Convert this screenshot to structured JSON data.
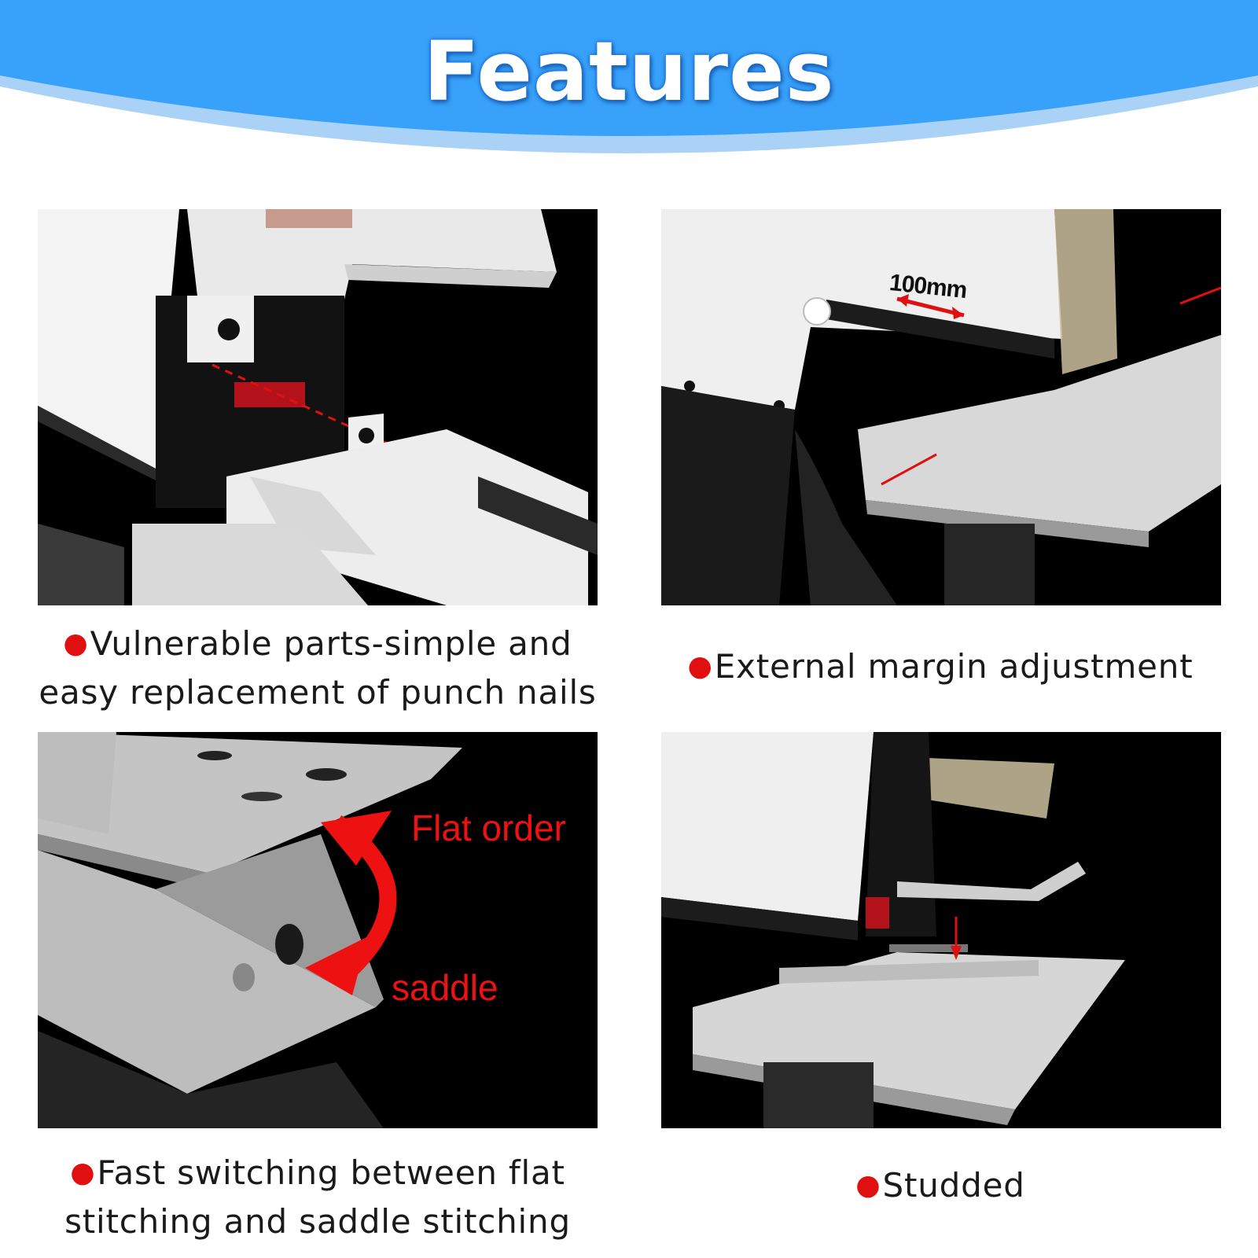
{
  "header": {
    "title": "Features",
    "colors": {
      "band": "#38a1fa",
      "accent_line": "#a9d2f6"
    }
  },
  "panels": [
    {
      "id": "p1",
      "image": "punch-nail-replacement-closeup",
      "caption_lines": [
        "Vulnerable parts-simple and",
        "easy replacement of punch nails"
      ]
    },
    {
      "id": "p2",
      "image": "margin-adjustment-closeup",
      "overlay_label": "100mm",
      "caption_lines": [
        "External margin adjustment"
      ]
    },
    {
      "id": "p3",
      "image": "flat-saddle-switch-closeup",
      "overlay_labels": [
        "Flat order",
        "saddle"
      ],
      "caption_lines": [
        "Fast switching between flat",
        "stitching and saddle stitching"
      ]
    },
    {
      "id": "p4",
      "image": "studded-stapling-closeup",
      "caption_lines": [
        "Studded"
      ]
    }
  ],
  "bullet": "●",
  "colors": {
    "bullet": "#e01010",
    "arrow": "#ee1111",
    "panel_bg": "#000000"
  }
}
